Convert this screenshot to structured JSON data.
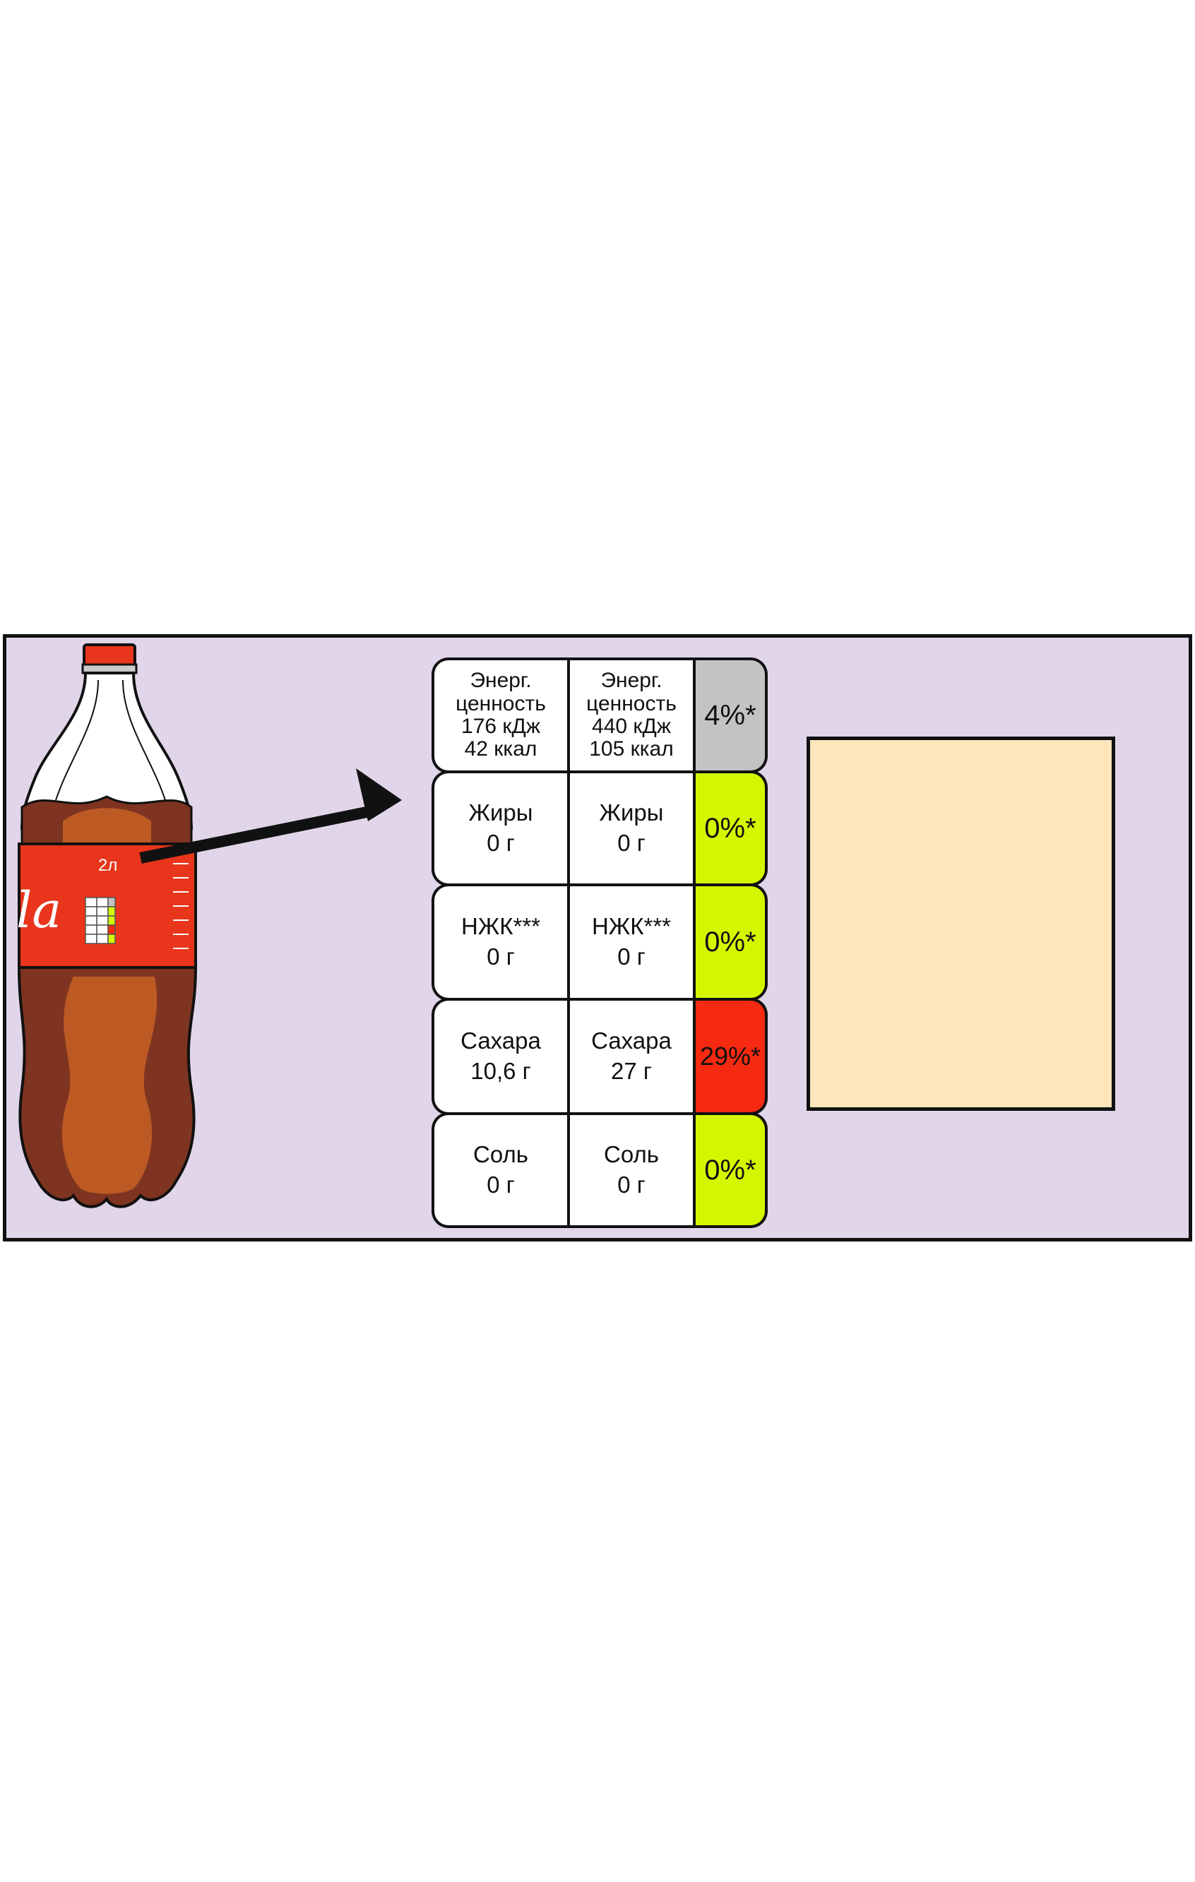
{
  "colors": {
    "panel_bg": "#e1d5ea",
    "note_bg": "#fde6bb",
    "grey": "#c3c3c3",
    "green": "#d4f700",
    "red": "#f52a10",
    "bottle_dark": "#7e3420",
    "bottle_light": "#bd5a24",
    "label_red": "#e8351b"
  },
  "bottle": {
    "volume_label": "2л",
    "brand_script": "la"
  },
  "table": {
    "rows": [
      {
        "a": [
          "Энерг.",
          "ценность",
          "176 кДж",
          "42 ккал"
        ],
        "b": [
          "Энерг.",
          "ценность",
          "440 кДж",
          "105 ккал"
        ],
        "pct": "4%*",
        "level": "grey"
      },
      {
        "a": [
          "Жиры",
          "0 г"
        ],
        "b": [
          "Жиры",
          "0 г"
        ],
        "pct": "0%*",
        "level": "green"
      },
      {
        "a": [
          "НЖК***",
          "0 г"
        ],
        "b": [
          "НЖК***",
          "0 г"
        ],
        "pct": "0%*",
        "level": "green"
      },
      {
        "a": [
          "Сахара",
          "10,6 г"
        ],
        "b": [
          "Сахара",
          "27 г"
        ],
        "pct": "29%*",
        "level": "red"
      },
      {
        "a": [
          "Соль",
          "0 г"
        ],
        "b": [
          "Соль",
          "0 г"
        ],
        "pct": "0%*",
        "level": "green"
      }
    ]
  }
}
